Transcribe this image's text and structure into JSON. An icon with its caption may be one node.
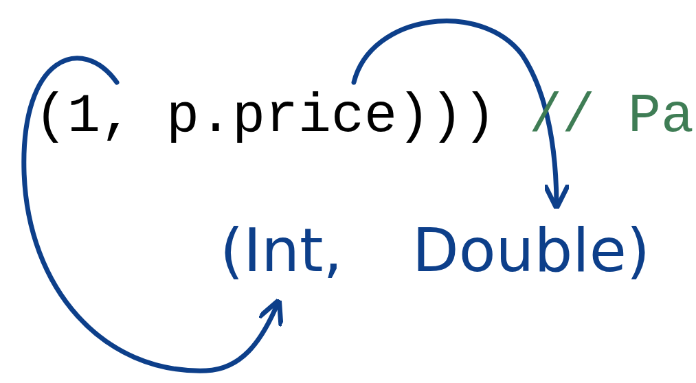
{
  "diagram": {
    "nodes": [
      {
        "text": [
          "(1,"
        ]
      },
      {
        "text": [
          "p.price)))"
        ]
      },
      {
        "text": [
          "(Int,"
        ]
      },
      {
        "text": [
          "Double)"
        ]
      }
    ],
    "edges": [
      {
        "from": 0,
        "to": 2,
        "arrow": "to"
      },
      {
        "from": 1,
        "to": 3,
        "arrow": "to"
      }
    ],
    "labels": [
      "// Pa"
    ]
  }
}
